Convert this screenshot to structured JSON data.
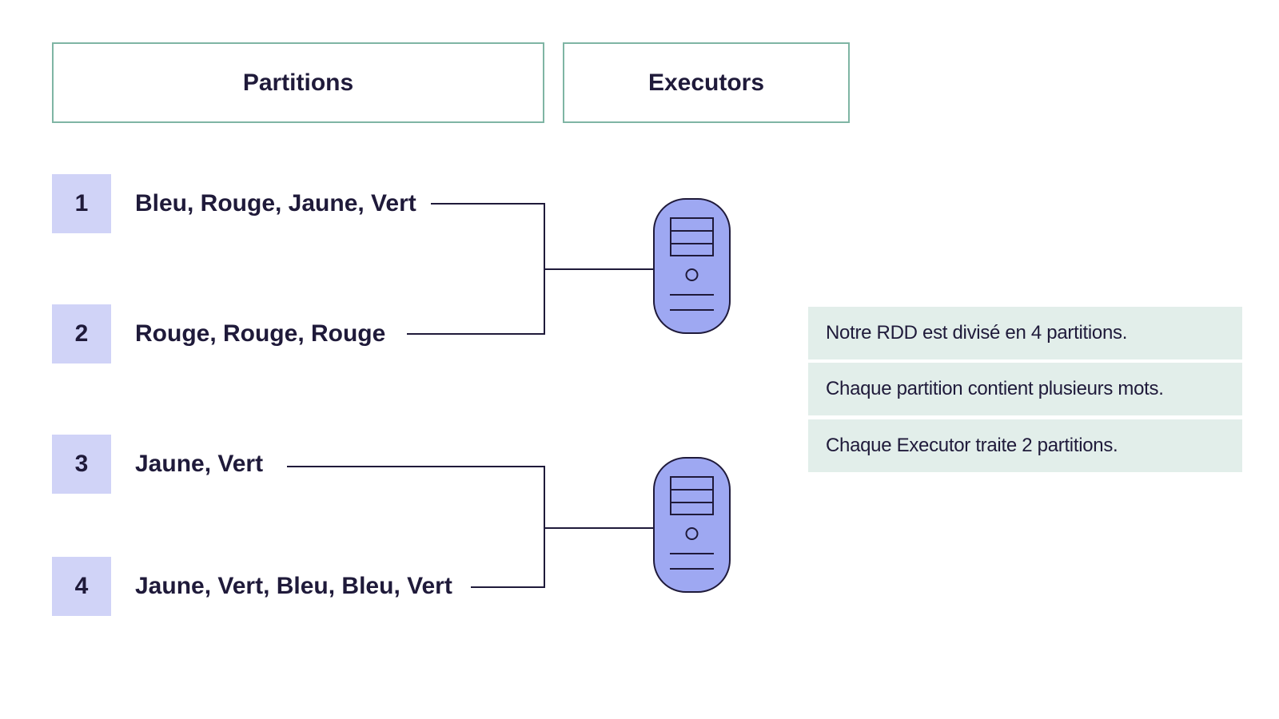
{
  "headers": {
    "partitions": "Partitions",
    "executors": "Executors"
  },
  "partitions": [
    {
      "number": "1",
      "words": "Bleu, Rouge, Jaune, Vert"
    },
    {
      "number": "2",
      "words": "Rouge, Rouge, Rouge"
    },
    {
      "number": "3",
      "words": "Jaune, Vert"
    },
    {
      "number": "4",
      "words": "Jaune, Vert, Bleu, Bleu, Vert"
    }
  ],
  "executors": [
    {
      "icon": "server-icon",
      "partitions": [
        "1",
        "2"
      ]
    },
    {
      "icon": "server-icon",
      "partitions": [
        "3",
        "4"
      ]
    }
  ],
  "notes": [
    "Notre RDD est divisé en 4 partitions.",
    "Chaque partition contient plusieurs mots.",
    "Chaque Executor traite 2 partitions."
  ],
  "colors": {
    "header_border": "#7fb5a4",
    "partition_number_bg": "#d0d3f7",
    "server_fill": "#9ea8f2",
    "note_bg": "#e2eeea",
    "text": "#1f1a3a"
  }
}
